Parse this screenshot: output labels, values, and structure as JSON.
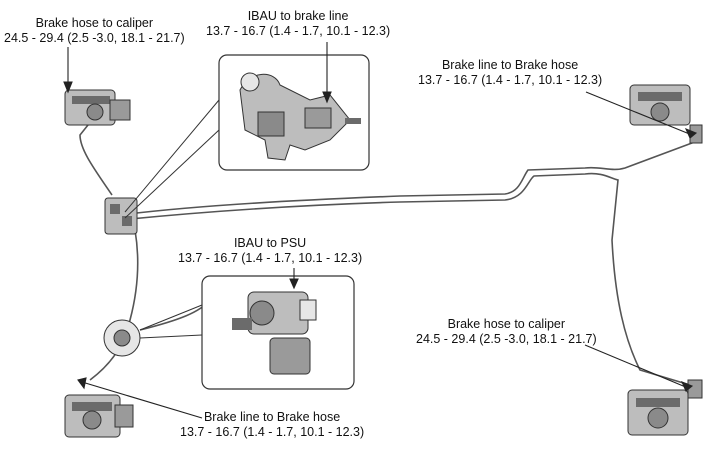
{
  "labels": {
    "hose_caliper_front": {
      "title": "Brake hose to caliper",
      "spec": "24.5 - 29.4 (2.5 -3.0, 18.1 - 21.7)"
    },
    "ibau_brake_line": {
      "title": "IBAU to brake line",
      "spec": "13.7 - 16.7 (1.4 - 1.7, 10.1 - 12.3)"
    },
    "line_hose_rear_top": {
      "title": "Brake line to Brake hose",
      "spec": "13.7 - 16.7 (1.4 - 1.7, 10.1 - 12.3)"
    },
    "ibau_psu": {
      "title": "IBAU to PSU",
      "spec": "13.7 - 16.7 (1.4 - 1.7, 10.1 - 12.3)"
    },
    "hose_caliper_rear": {
      "title": "Brake hose to caliper",
      "spec": "24.5 - 29.4 (2.5 -3.0, 18.1 - 21.7)"
    },
    "line_hose_front_bottom": {
      "title": "Brake line to Brake hose",
      "spec": "13.7 - 16.7 (1.4 - 1.7, 10.1 - 12.3)"
    }
  },
  "colors": {
    "line": "#555555",
    "part": "#6b6b6b",
    "part_light": "#bdbdbd",
    "text": "#111111"
  }
}
